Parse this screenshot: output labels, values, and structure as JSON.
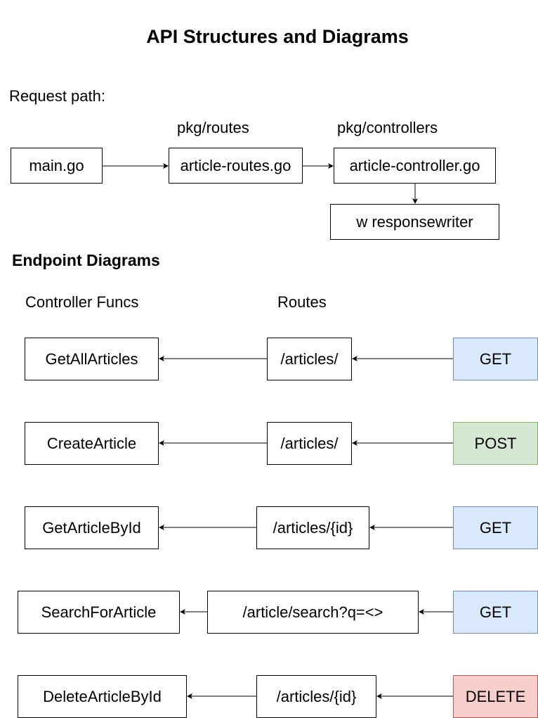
{
  "title": "API Structures and Diagrams",
  "request_path": {
    "label": "Request path:",
    "nodes": {
      "main": "main.go",
      "routes": "article-routes.go",
      "controller": "article-controller.go",
      "writer": "w responsewriter"
    },
    "packages": {
      "routes": "pkg/routes",
      "controllers": "pkg/controllers"
    }
  },
  "endpoints": {
    "heading": "Endpoint Diagrams",
    "columns": {
      "controllers": "Controller Funcs",
      "routes": "Routes"
    },
    "rows": [
      {
        "controller": "GetAllArticles",
        "route": "/articles/",
        "method": "GET"
      },
      {
        "controller": "CreateArticle",
        "route": "/articles/",
        "method": "POST"
      },
      {
        "controller": "GetArticleById",
        "route": "/articles/{id}",
        "method": "GET"
      },
      {
        "controller": "SearchForArticle",
        "route": "/article/search?q=<>",
        "method": "GET"
      },
      {
        "controller": "DeleteArticleById",
        "route": "/articles/{id}",
        "method": "DELETE"
      }
    ]
  },
  "colors": {
    "get_fill": "#dae8fc",
    "get_stroke": "#6c8ebf",
    "post_fill": "#d5e8d4",
    "post_stroke": "#82b366",
    "delete_fill": "#f8cecc",
    "delete_stroke": "#b85450"
  }
}
